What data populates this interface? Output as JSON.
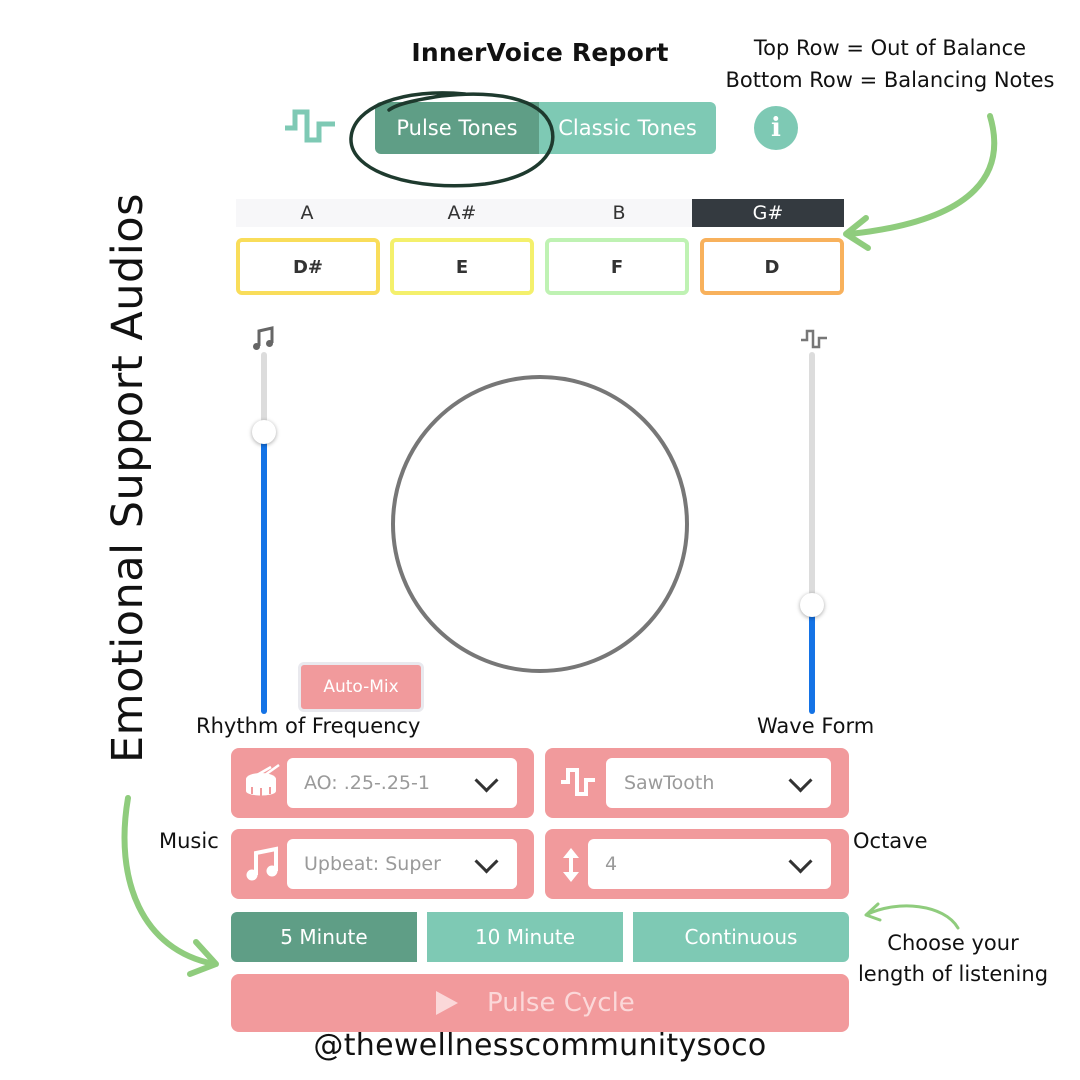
{
  "header": {
    "title": "InnerVoice Report"
  },
  "legend": {
    "line1": "Top Row = Out of Balance",
    "line2": "Bottom Row = Balancing Notes"
  },
  "vertical_title": "Emotional Support Audios",
  "tone_tabs": {
    "pulse": "Pulse Tones",
    "classic": "Classic Tones",
    "selected": "Pulse Tones"
  },
  "icons": {
    "top_left": "pulse-wave-icon",
    "info": "info-icon",
    "left_slider": "music-note-icon",
    "right_slider": "pulse-wave-icon",
    "rhythm": "drum-icon",
    "wave": "pulse-wave-icon",
    "music": "music-note-icon",
    "octave": "up-down-arrow-icon",
    "play": "play-icon"
  },
  "info_glyph": "i",
  "notes": {
    "top_row": [
      "A",
      "A#",
      "B",
      "G#"
    ],
    "bottom_row": [
      "D#",
      "E",
      "F",
      "D"
    ],
    "bottom_colors": [
      "#f9dd5a",
      "#f4f06c",
      "#bff2b3",
      "#f8b15c"
    ],
    "highlight_top": "G#"
  },
  "sliders": {
    "rhythm_level": 0.78,
    "wave_level": 0.3
  },
  "labels": {
    "rhythm": "Rhythm of Frequency",
    "wave": "Wave Form",
    "music": "Music",
    "octave": "Octave",
    "choose_line1": "Choose your",
    "choose_line2": "length of listening"
  },
  "auto_mix": "Auto-Mix",
  "selects": {
    "rhythm": "AO: .25-.25-1",
    "waveform": "SawTooth",
    "music": "Upbeat: Super",
    "octave": "4"
  },
  "durations": {
    "five": "5 Minute",
    "ten": "10 Minute",
    "continuous": "Continuous",
    "selected": "5 Minute"
  },
  "action": {
    "label": "Pulse Cycle"
  },
  "footer": {
    "handle": "@thewellnesscommunitysoco"
  },
  "colors": {
    "teal_dark": "#5f9e86",
    "teal": "#7ec9b4",
    "coral": "#f19a9c",
    "slider_fill": "#1473e6",
    "arrow_green": "#8fcc7d"
  }
}
